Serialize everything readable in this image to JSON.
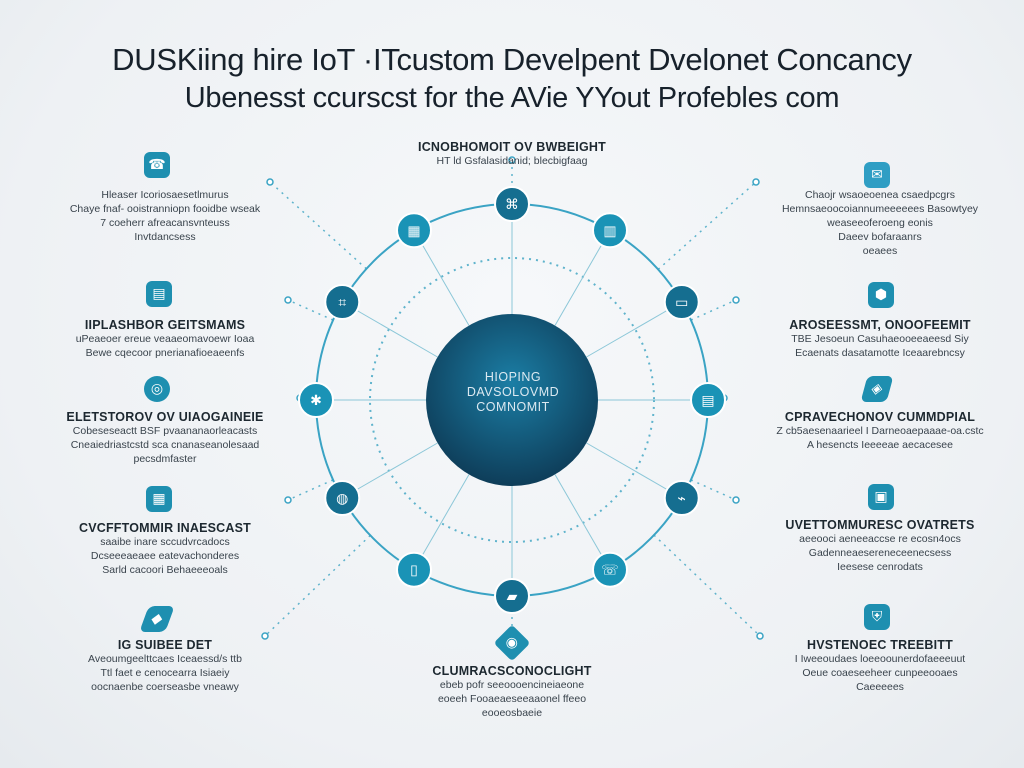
{
  "title_line1": "DUSKiing hire IoT ·ITcustom Develpent Dvelonet Concancy",
  "title_line2": "Ubenesst ccurscst for the AVie YYout Profebles com",
  "top_label": {
    "heading": "ICNOBHOMOIT OV BWBEIGHT",
    "line1": "HT ld  Gsfalasidanid;  blecbigfaag"
  },
  "center": {
    "line1": "HIOPING",
    "line2": "DAVSOLOVMD",
    "line3": "COMNOMIT"
  },
  "left_blocks": [
    {
      "heading": "",
      "lines": [
        "Hleaser Icoriosaesetlmurus",
        "Chaye fnaf- ooistranniopn fooidbe wseak",
        "7 coeherr afreacansvnteuss",
        "Invtdancsess"
      ],
      "icon": "phone-icon"
    },
    {
      "heading": "IIPLASHBOR GEITSMAMS",
      "lines": [
        "uPeaeoer ereue veaaeomavoewr Ioaa",
        "Bewe   cqecoor pnerianafioeaeenfs"
      ],
      "icon": "server-icon"
    },
    {
      "heading": "ELETSTOROV OV UIAOGAINEIE",
      "lines": [
        "Cobeseseactt BSF  pvaananaorleacasts",
        "Cneaiedriastcstd sca  cnanaseanolesaad",
        "pecsdmfaster"
      ],
      "icon": "target-icon"
    },
    {
      "heading": "CVCFFTOMMIR INAESCAST",
      "lines": [
        "saaibe inare sccudvrcadocs",
        "Dcseeeaeaee eatevachonderes",
        "Sarld cacoori Behaeeeoals"
      ],
      "icon": "tablet-icon"
    },
    {
      "heading": "IG SUIBEE DET",
      "lines": [
        "Aveoumgeelttcaes  Iceaessd/s  ttb",
        "Ttl faet e cenocearra Isiaeiy",
        "oocnaenbe coerseasbe vneawy"
      ],
      "icon": "diamond-icon"
    }
  ],
  "right_blocks": [
    {
      "heading": "",
      "lines": [
        "Chaojr wsaoeoenea csaedpcgrs",
        "Hemnsaeoocoiannumeeeeees Basowtyey",
        "weaseeoferoeng eonis",
        "Daeev bofaraanrs",
        "oeaees"
      ],
      "icon": "mail-icon"
    },
    {
      "heading": "AROSEESSMT, ONOOFEEMIT",
      "lines": [
        "TBE Jesoeun  Casuhaeooeeaeesd  Siy",
        "Ecaenats dasatamotte Iceaarebncsy"
      ],
      "icon": "hexagon-icon"
    },
    {
      "heading": "CPRAVECHONOV CUMMDPIAL",
      "lines": [
        "Z cb5aesenaarieel I Darneoaepaaae-oa.cstc",
        "A hesencts Ieeeeae aecacesee"
      ],
      "icon": "compass-icon"
    },
    {
      "heading": "UVETTOMMURESC OVATRETS",
      "lines": [
        "aeeooci  aeneeaccse re ecosn4ocs",
        "Gadenneaesereneceenecsess",
        "Ieesese  cenrodats"
      ],
      "icon": "cube-icon"
    },
    {
      "heading": "HVSTENOEC TREEBITT",
      "lines": [
        "I Iweeoudaes loeeoounerdofaeeeuut",
        "Oeue coaeseeheer cunpeeooaes",
        "Caeeeees"
      ],
      "icon": "shield-icon"
    }
  ],
  "bottom_block": {
    "heading": "CLUMRACSCONOCLIGHT",
    "lines": [
      "ebeb   pofr seeoooencineiaeone",
      "eoeeh Fooaeaeseeaaonel  ffeeo",
      "eooeosbaeie"
    ],
    "icon": "bottom-diamond-icon"
  },
  "ring_nodes": [
    "network-icon",
    "chart-icon",
    "laptop-icon",
    "monitor-icon",
    "wifi-icon",
    "phone-icon",
    "folder-icon",
    "document-icon",
    "chat-icon",
    "gear-icon",
    "circuit-icon",
    "badge-icon"
  ],
  "colors": {
    "accent": "#1e8fb0",
    "dark": "#135a78",
    "center_top": "#1a7aa0",
    "center_bottom": "#0f3f5c",
    "ring": "#5fb3cc"
  }
}
